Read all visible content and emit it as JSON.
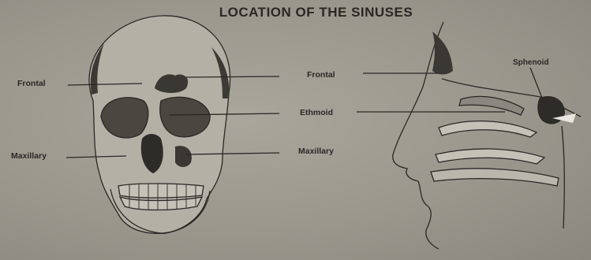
{
  "title": "LOCATION OF THE SINUSES",
  "skull_labels": {
    "frontal_left": "Frontal",
    "maxillary_left": "Maxillary",
    "frontal_right": "Frontal",
    "ethmoid": "Ethmoid",
    "maxillary_right": "Maxillary"
  },
  "profile_labels": {
    "sphenoid": "Sphenoid"
  },
  "colors": {
    "background": "#9a978d",
    "ink": "#2a2824",
    "bone": "#b9b6ac"
  }
}
